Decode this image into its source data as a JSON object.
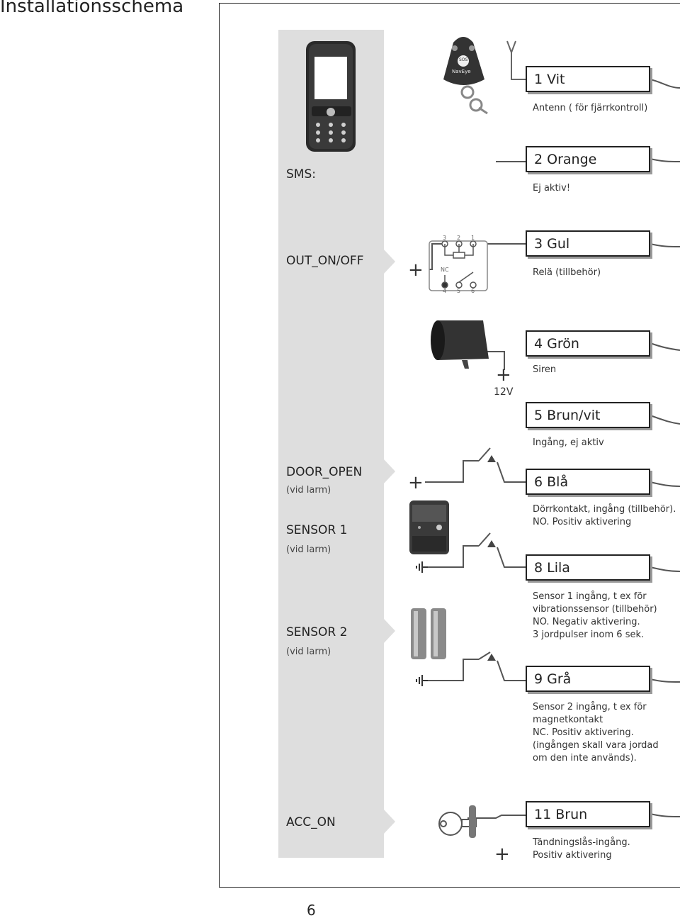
{
  "page": {
    "title": "Installationsschema",
    "page_number": "6"
  },
  "signals": [
    {
      "name": "SMS:",
      "note": ""
    },
    {
      "name": "OUT_ON/OFF",
      "note": ""
    },
    {
      "name": "DOOR_OPEN",
      "note": "(vid larm)"
    },
    {
      "name": "SENSOR 1",
      "note": "(vid larm)"
    },
    {
      "name": "SENSOR 2",
      "note": "(vid larm)"
    },
    {
      "name": "ACC_ON",
      "note": ""
    }
  ],
  "wires": [
    {
      "label": "1 Vit",
      "desc": [
        "Antenn ( för fjärrkontroll)"
      ]
    },
    {
      "label": "2 Orange",
      "desc": [
        "Ej aktiv!"
      ]
    },
    {
      "label": "3 Gul",
      "desc": [
        "Relä (tillbehör)"
      ]
    },
    {
      "label": "4 Grön",
      "desc": [
        "Siren"
      ]
    },
    {
      "label": "5 Brun/vit",
      "desc": [
        "Ingång, ej aktiv"
      ]
    },
    {
      "label": "6 Blå",
      "desc": [
        "Dörrkontakt, ingång (tillbehör).",
        "NO. Positiv aktivering"
      ]
    },
    {
      "label": "8 Lila",
      "desc": [
        "Sensor 1 ingång, t ex för",
        "vibrationssensor (tillbehör)",
        "NO. Negativ aktivering.",
        "3 jordpulser inom 6 sek."
      ]
    },
    {
      "label": "9 Grå",
      "desc": [
        "Sensor 2 ingång, t ex för",
        "magnetkontakt",
        "NC. Positiv aktivering.",
        "(ingången skall vara jordad",
        "om den inte används)."
      ]
    },
    {
      "label": "11 Brun",
      "desc": [
        "Tändningslås-ingång.",
        "Positiv aktivering"
      ]
    }
  ],
  "symbols": {
    "plus": "+",
    "voltage": "12V",
    "relay_pins_top": [
      "3",
      "2",
      "1"
    ],
    "relay_pins_bottom": [
      "4",
      "5",
      "6"
    ],
    "relay_nc": "NC",
    "remote_button": "SOS",
    "remote_brand": "NavEye"
  }
}
